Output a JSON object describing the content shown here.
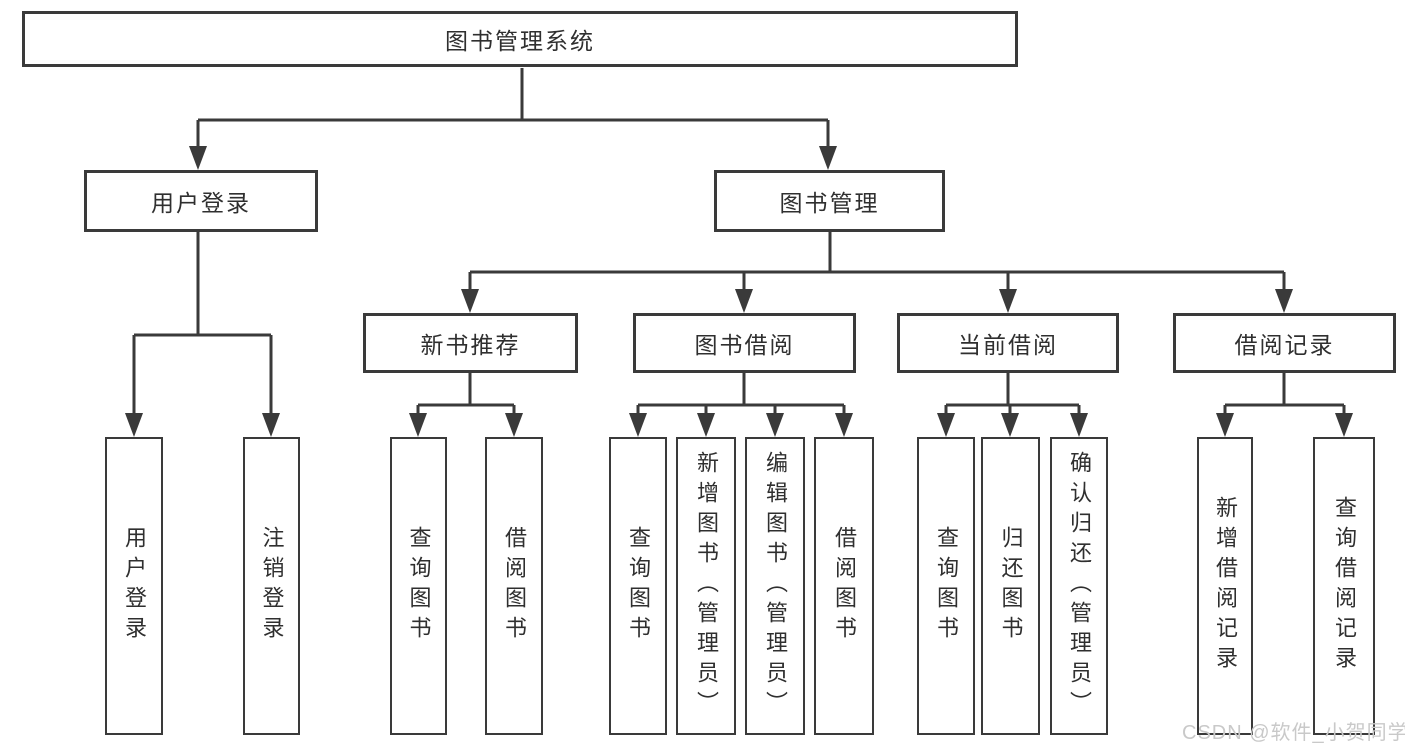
{
  "colors": {
    "line": "#3a3a3a",
    "text": "#2f2f2f",
    "box_background": "#ffffff",
    "page_background": "#ffffff",
    "watermark": "#c9c9c9"
  },
  "watermark": {
    "text": "CSDN @软件_小贺同学"
  },
  "tree": {
    "label": "图书管理系统",
    "children": [
      {
        "label": "用户登录",
        "children": [
          {
            "label": "用户登录"
          },
          {
            "label": "注销登录"
          }
        ]
      },
      {
        "label": "图书管理",
        "children": [
          {
            "label": "新书推荐",
            "children": [
              {
                "label": "查询图书"
              },
              {
                "label": "借阅图书"
              }
            ]
          },
          {
            "label": "图书借阅",
            "children": [
              {
                "label": "查询图书"
              },
              {
                "label": "新增图书（管理员）"
              },
              {
                "label": "编辑图书（管理员）"
              },
              {
                "label": "借阅图书"
              }
            ]
          },
          {
            "label": "当前借阅",
            "children": [
              {
                "label": "查询图书"
              },
              {
                "label": "归还图书"
              },
              {
                "label": "确认归还（管理员）"
              }
            ]
          },
          {
            "label": "借阅记录",
            "children": [
              {
                "label": "新增借阅记录"
              },
              {
                "label": "查询借阅记录"
              }
            ]
          }
        ]
      }
    ]
  }
}
